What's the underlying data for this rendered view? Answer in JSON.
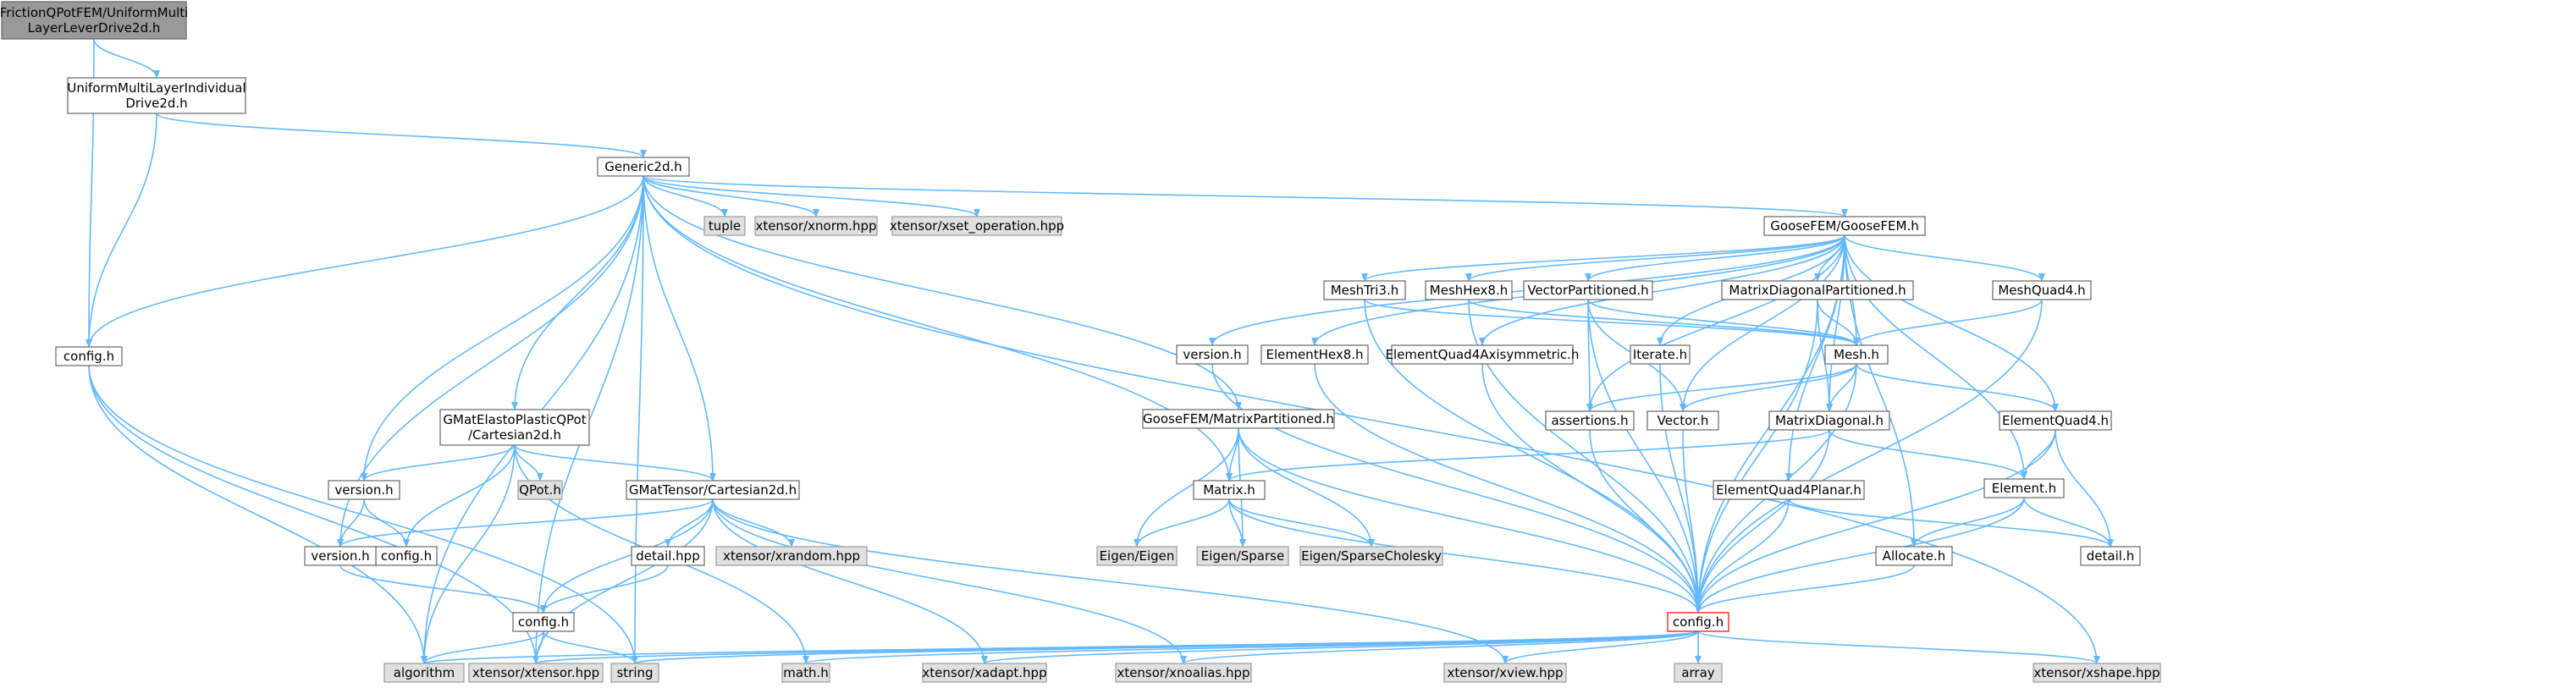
{
  "colors": {
    "edge": "#63b8ff",
    "node_fill": "#ffffff",
    "node_border": "#666666",
    "root_fill": "#999999",
    "root_border": "#666666",
    "system_fill": "#e0e0e0",
    "system_border": "#999999",
    "focus_border": "#ff0000"
  },
  "nodes": [
    {
      "id": "root",
      "kind": "root",
      "lines": [
        "FrictionQPotFEM/UniformMulti",
        "LayerLeverDrive2d.h"
      ]
    },
    {
      "id": "uml",
      "kind": "normal",
      "lines": [
        "UniformMultiLayerIndividual",
        "Drive2d.h"
      ]
    },
    {
      "id": "generic2d",
      "kind": "normal",
      "lines": [
        "Generic2d.h"
      ]
    },
    {
      "id": "config_top",
      "kind": "normal",
      "lines": [
        "config.h"
      ]
    },
    {
      "id": "tuple",
      "kind": "system",
      "lines": [
        "tuple"
      ]
    },
    {
      "id": "xnorm",
      "kind": "system",
      "lines": [
        "xtensor/xnorm.hpp"
      ]
    },
    {
      "id": "xset",
      "kind": "system",
      "lines": [
        "xtensor/xset_operation.hpp"
      ]
    },
    {
      "id": "goosefem",
      "kind": "normal",
      "lines": [
        "GooseFEM/GooseFEM.h"
      ]
    },
    {
      "id": "meshtri3",
      "kind": "normal",
      "lines": [
        "MeshTri3.h"
      ]
    },
    {
      "id": "meshhex8",
      "kind": "normal",
      "lines": [
        "MeshHex8.h"
      ]
    },
    {
      "id": "vecpart",
      "kind": "normal",
      "lines": [
        "VectorPartitioned.h"
      ]
    },
    {
      "id": "matdiagpart",
      "kind": "normal",
      "lines": [
        "MatrixDiagonalPartitioned.h"
      ]
    },
    {
      "id": "meshquad4",
      "kind": "normal",
      "lines": [
        "MeshQuad4.h"
      ]
    },
    {
      "id": "version_gf",
      "kind": "normal",
      "lines": [
        "version.h"
      ]
    },
    {
      "id": "elemhex8",
      "kind": "normal",
      "lines": [
        "ElementHex8.h"
      ]
    },
    {
      "id": "elemq4axi",
      "kind": "normal",
      "lines": [
        "ElementQuad4Axisymmetric.h"
      ]
    },
    {
      "id": "iterate",
      "kind": "normal",
      "lines": [
        "Iterate.h"
      ]
    },
    {
      "id": "mesh",
      "kind": "normal",
      "lines": [
        "Mesh.h"
      ]
    },
    {
      "id": "assertions",
      "kind": "normal",
      "lines": [
        "assertions.h"
      ]
    },
    {
      "id": "vector",
      "kind": "normal",
      "lines": [
        "Vector.h"
      ]
    },
    {
      "id": "matdiag",
      "kind": "normal",
      "lines": [
        "MatrixDiagonal.h"
      ]
    },
    {
      "id": "elemq4",
      "kind": "normal",
      "lines": [
        "ElementQuad4.h"
      ]
    },
    {
      "id": "elemq4planar",
      "kind": "normal",
      "lines": [
        "ElementQuad4Planar.h"
      ]
    },
    {
      "id": "element",
      "kind": "normal",
      "lines": [
        "Element.h"
      ]
    },
    {
      "id": "allocate",
      "kind": "normal",
      "lines": [
        "Allocate.h"
      ]
    },
    {
      "id": "detail_h",
      "kind": "normal",
      "lines": [
        "detail.h"
      ]
    },
    {
      "id": "gmatelasto",
      "kind": "normal",
      "lines": [
        "GMatElastoPlasticQPot",
        "/Cartesian2d.h"
      ]
    },
    {
      "id": "version_ep",
      "kind": "normal",
      "lines": [
        "version.h"
      ]
    },
    {
      "id": "qpot",
      "kind": "system",
      "lines": [
        "QPot.h"
      ]
    },
    {
      "id": "config_ep",
      "kind": "normal",
      "lines": [
        "config.h"
      ]
    },
    {
      "id": "gmattensor",
      "kind": "normal",
      "lines": [
        "GMatTensor/Cartesian2d.h"
      ]
    },
    {
      "id": "version_gt",
      "kind": "normal",
      "lines": [
        "version.h"
      ]
    },
    {
      "id": "detail_hpp",
      "kind": "normal",
      "lines": [
        "detail.hpp"
      ]
    },
    {
      "id": "xrandom",
      "kind": "system",
      "lines": [
        "xtensor/xrandom.hpp"
      ]
    },
    {
      "id": "config_gt",
      "kind": "normal",
      "lines": [
        "config.h"
      ]
    },
    {
      "id": "gfmatpart",
      "kind": "normal",
      "lines": [
        "GooseFEM/MatrixPartitioned.h"
      ]
    },
    {
      "id": "matrix",
      "kind": "normal",
      "lines": [
        "Matrix.h"
      ]
    },
    {
      "id": "eigen",
      "kind": "system",
      "lines": [
        "Eigen/Eigen"
      ]
    },
    {
      "id": "eigensparse",
      "kind": "system",
      "lines": [
        "Eigen/Sparse"
      ]
    },
    {
      "id": "eigenchol",
      "kind": "system",
      "lines": [
        "Eigen/SparseCholesky"
      ]
    },
    {
      "id": "config_gf",
      "kind": "focus",
      "lines": [
        "config.h"
      ]
    },
    {
      "id": "algorithm",
      "kind": "system",
      "lines": [
        "algorithm"
      ]
    },
    {
      "id": "xtensor",
      "kind": "system",
      "lines": [
        "xtensor/xtensor.hpp"
      ]
    },
    {
      "id": "string",
      "kind": "system",
      "lines": [
        "string"
      ]
    },
    {
      "id": "math",
      "kind": "system",
      "lines": [
        "math.h"
      ]
    },
    {
      "id": "xadapt",
      "kind": "system",
      "lines": [
        "xtensor/xadapt.hpp"
      ]
    },
    {
      "id": "xnoalias",
      "kind": "system",
      "lines": [
        "xtensor/xnoalias.hpp"
      ]
    },
    {
      "id": "xview",
      "kind": "system",
      "lines": [
        "xtensor/xview.hpp"
      ]
    },
    {
      "id": "array",
      "kind": "system",
      "lines": [
        "array"
      ]
    },
    {
      "id": "xshape",
      "kind": "system",
      "lines": [
        "xtensor/xshape.hpp"
      ]
    }
  ],
  "edges": [
    [
      "root",
      "uml"
    ],
    [
      "root",
      "config_top"
    ],
    [
      "uml",
      "generic2d"
    ],
    [
      "uml",
      "config_top"
    ],
    [
      "generic2d",
      "config_top"
    ],
    [
      "generic2d",
      "tuple"
    ],
    [
      "generic2d",
      "xnorm"
    ],
    [
      "generic2d",
      "xset"
    ],
    [
      "generic2d",
      "goosefem"
    ],
    [
      "generic2d",
      "gmatelasto"
    ],
    [
      "generic2d",
      "gmattensor"
    ],
    [
      "generic2d",
      "gfmatpart"
    ],
    [
      "generic2d",
      "matrix"
    ],
    [
      "generic2d",
      "version_ep"
    ],
    [
      "generic2d",
      "version_gt"
    ],
    [
      "generic2d",
      "algorithm"
    ],
    [
      "generic2d",
      "xtensor"
    ],
    [
      "generic2d",
      "string"
    ],
    [
      "generic2d",
      "xshape"
    ],
    [
      "config_top",
      "algorithm"
    ],
    [
      "config_top",
      "xtensor"
    ],
    [
      "config_top",
      "string"
    ],
    [
      "goosefem",
      "meshtri3"
    ],
    [
      "goosefem",
      "meshhex8"
    ],
    [
      "goosefem",
      "vecpart"
    ],
    [
      "goosefem",
      "matdiagpart"
    ],
    [
      "goosefem",
      "meshquad4"
    ],
    [
      "goosefem",
      "version_gf"
    ],
    [
      "goosefem",
      "elemhex8"
    ],
    [
      "goosefem",
      "elemq4axi"
    ],
    [
      "goosefem",
      "iterate"
    ],
    [
      "goosefem",
      "mesh"
    ],
    [
      "goosefem",
      "assertions"
    ],
    [
      "goosefem",
      "vector"
    ],
    [
      "goosefem",
      "matdiag"
    ],
    [
      "goosefem",
      "elemq4"
    ],
    [
      "goosefem",
      "elemq4planar"
    ],
    [
      "goosefem",
      "element"
    ],
    [
      "goosefem",
      "allocate"
    ],
    [
      "goosefem",
      "config_gf"
    ],
    [
      "meshtri3",
      "mesh"
    ],
    [
      "meshtri3",
      "config_gf"
    ],
    [
      "meshhex8",
      "mesh"
    ],
    [
      "meshhex8",
      "config_gf"
    ],
    [
      "vecpart",
      "mesh"
    ],
    [
      "vecpart",
      "assertions"
    ],
    [
      "vecpart",
      "vector"
    ],
    [
      "vecpart",
      "config_gf"
    ],
    [
      "matdiagpart",
      "mesh"
    ],
    [
      "matdiagpart",
      "matdiag"
    ],
    [
      "matdiagpart",
      "config_gf"
    ],
    [
      "meshquad4",
      "mesh"
    ],
    [
      "meshquad4",
      "config_gf"
    ],
    [
      "version_gf",
      "config_gf"
    ],
    [
      "elemhex8",
      "config_gf"
    ],
    [
      "elemq4axi",
      "config_gf"
    ],
    [
      "iterate",
      "config_gf"
    ],
    [
      "mesh",
      "assertions"
    ],
    [
      "mesh",
      "vector"
    ],
    [
      "mesh",
      "matdiag"
    ],
    [
      "mesh",
      "elemq4"
    ],
    [
      "mesh",
      "config_gf"
    ],
    [
      "assertions",
      "config_gf"
    ],
    [
      "vector",
      "config_gf"
    ],
    [
      "matdiag",
      "matrix"
    ],
    [
      "matdiag",
      "element"
    ],
    [
      "matdiag",
      "config_gf"
    ],
    [
      "elemq4",
      "element"
    ],
    [
      "elemq4",
      "detail_h"
    ],
    [
      "elemq4",
      "config_gf"
    ],
    [
      "elemq4planar",
      "detail_h"
    ],
    [
      "elemq4planar",
      "config_gf"
    ],
    [
      "element",
      "allocate"
    ],
    [
      "element",
      "detail_h"
    ],
    [
      "element",
      "config_gf"
    ],
    [
      "allocate",
      "config_gf"
    ],
    [
      "gmatelasto",
      "version_ep"
    ],
    [
      "gmatelasto",
      "qpot"
    ],
    [
      "gmatelasto",
      "config_ep"
    ],
    [
      "gmatelasto",
      "gmattensor"
    ],
    [
      "gmatelasto",
      "algorithm"
    ],
    [
      "gmatelasto",
      "math"
    ],
    [
      "version_ep",
      "version_gt"
    ],
    [
      "version_ep",
      "config_ep"
    ],
    [
      "gmattensor",
      "version_gt"
    ],
    [
      "gmattensor",
      "detail_hpp"
    ],
    [
      "gmattensor",
      "xrandom"
    ],
    [
      "gmattensor",
      "config_gt"
    ],
    [
      "gmattensor",
      "xtensor"
    ],
    [
      "gmattensor",
      "xadapt"
    ],
    [
      "gmattensor",
      "xnoalias"
    ],
    [
      "gmattensor",
      "xview"
    ],
    [
      "version_gt",
      "config_gt"
    ],
    [
      "detail_hpp",
      "config_gt"
    ],
    [
      "config_gt",
      "algorithm"
    ],
    [
      "config_gt",
      "xtensor"
    ],
    [
      "config_gt",
      "string"
    ],
    [
      "gfmatpart",
      "matrix"
    ],
    [
      "gfmatpart",
      "eigen"
    ],
    [
      "gfmatpart",
      "eigensparse"
    ],
    [
      "gfmatpart",
      "eigenchol"
    ],
    [
      "gfmatpart",
      "config_gf"
    ],
    [
      "matrix",
      "eigen"
    ],
    [
      "matrix",
      "eigensparse"
    ],
    [
      "matrix",
      "eigenchol"
    ],
    [
      "matrix",
      "config_gf"
    ],
    [
      "config_gf",
      "algorithm"
    ],
    [
      "config_gf",
      "xtensor"
    ],
    [
      "config_gf",
      "string"
    ],
    [
      "config_gf",
      "math"
    ],
    [
      "config_gf",
      "xadapt"
    ],
    [
      "config_gf",
      "xnoalias"
    ],
    [
      "config_gf",
      "xview"
    ],
    [
      "config_gf",
      "array"
    ],
    [
      "config_gf",
      "xshape"
    ]
  ]
}
